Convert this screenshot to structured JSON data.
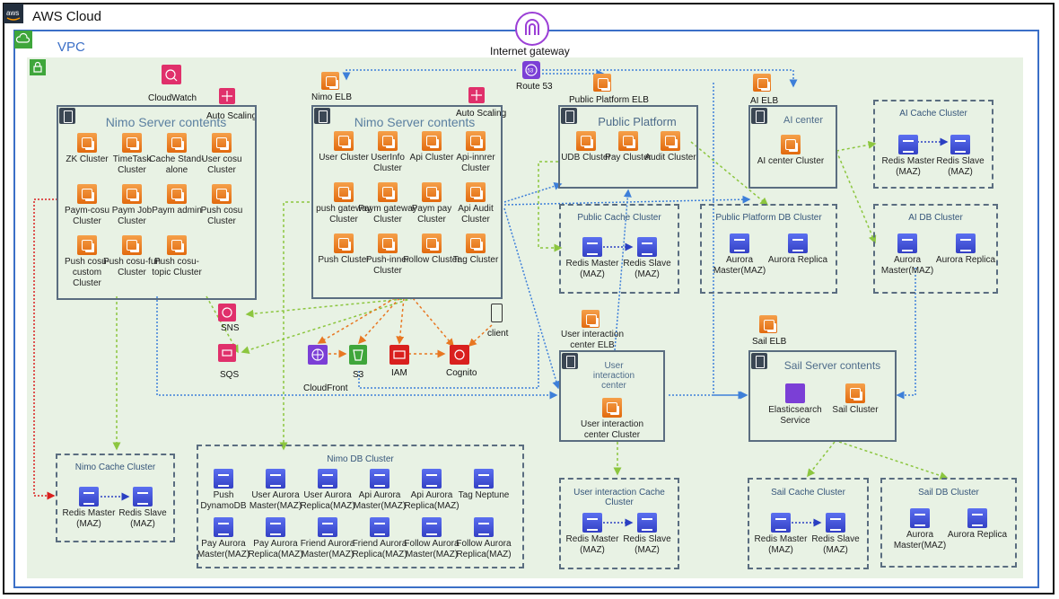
{
  "aws_cloud": "AWS Cloud",
  "vpc": "VPC",
  "internet_gateway": "Internet gateway",
  "route53": "Route 53",
  "cloudwatch": "CloudWatch",
  "auto_scaling": "Auto Scaling",
  "nimo_elb": "Nimo ELB",
  "public_platform_elb": "Public Platform ELB",
  "ai_elb": "AI ELB",
  "sail_elb": "Sail ELB",
  "ui_elb": "User interaction center ELB",
  "nimo_left": {
    "title": "Nimo Server contents",
    "items": [
      "ZK Cluster",
      "TimeTask Cluster",
      "Cache Stand-alone",
      "User cosu Cluster",
      "Paym-cosu Cluster",
      "Paym Job Cluster",
      "Paym admin",
      "Push cosu Cluster",
      "Push cosu-custom Cluster",
      "Push cosu-fun Cluster",
      "Push cosu-topic Cluster"
    ]
  },
  "nimo_mid": {
    "title": "Nimo Server contents",
    "items": [
      "User Cluster",
      "UserInfo Cluster",
      "Api Cluster",
      "Api-innrer Cluster",
      "push gateway Cluster",
      "Paym gateway Cluster",
      "Paym pay Cluster",
      "Api Audit Cluster",
      "Push Cluster",
      "Push-inner Cluster",
      "Follow Cluster",
      "Tag Cluster"
    ]
  },
  "public_platform": {
    "title": "Public Platform",
    "items": [
      "UDB Cluster",
      "Pay Cluster",
      "Audit Cluster"
    ]
  },
  "ai_center": {
    "title": "AI center",
    "items": [
      "AI center Cluster"
    ]
  },
  "ai_cache": {
    "title": "AI Cache Cluster",
    "items": [
      "Redis Master (MAZ)",
      "Redis Slave (MAZ)"
    ]
  },
  "ai_db": {
    "title": "AI DB Cluster",
    "items": [
      "Aurora Master(MAZ)",
      "Aurora Replica"
    ]
  },
  "public_cache": {
    "title": "Public Cache Cluster",
    "items": [
      "Redis Master (MAZ)",
      "Redis Slave (MAZ)"
    ]
  },
  "public_db": {
    "title": "Public Platform DB Cluster",
    "items": [
      "Aurora Master(MAZ)",
      "Aurora Replica"
    ]
  },
  "sns": "SNS",
  "sqs": "SQS",
  "cloudfront": "CloudFront",
  "s3": "S3",
  "iam": "IAM",
  "cognito": "Cognito",
  "client": "client",
  "ui_center": {
    "title": "User interaction center",
    "items": [
      "User interaction center Cluster"
    ]
  },
  "sail": {
    "title": "Sail Server contents",
    "items": [
      "Elasticsearch Service",
      "Sail Cluster"
    ]
  },
  "nimo_cache": {
    "title": "Nimo Cache Cluster",
    "items": [
      "Redis Master (MAZ)",
      "Redis Slave (MAZ)"
    ]
  },
  "nimo_db": {
    "title": "Nimo DB Cluster",
    "items": [
      "Push DynamoDB",
      "User Aurora Master(MAZ)",
      "User Aurora Replica(MAZ)",
      "Api Aurora Master(MAZ)",
      "Api Aurora Replica(MAZ)",
      "Tag Neptune",
      "Pay Aurora Master(MAZ)",
      "Pay Aurora Replica(MAZ)",
      "Friend Aurora Master(MAZ)",
      "Friend Aurora Replica(MAZ)",
      "Follow Aurora Master(MAZ)",
      "Follow Aurora Replica(MAZ)"
    ]
  },
  "ui_cache": {
    "title": "User interaction Cache Cluster",
    "items": [
      "Redis Master (MAZ)",
      "Redis Slave (MAZ)"
    ]
  },
  "sail_cache": {
    "title": "Sail Cache Cluster",
    "items": [
      "Redis Master (MAZ)",
      "Redis Slave (MAZ)"
    ]
  },
  "sail_db": {
    "title": "Sail DB Cluster",
    "items": [
      "Aurora Master(MAZ)",
      "Aurora Replica"
    ]
  },
  "colors": {
    "vpc": "#3b6fc7",
    "subnet": "#e8f2e4",
    "green_arrow": "#8cc63f",
    "blue_arrow": "#3d7fd9",
    "orange_arrow": "#e87722",
    "red_arrow": "#d9201e"
  }
}
